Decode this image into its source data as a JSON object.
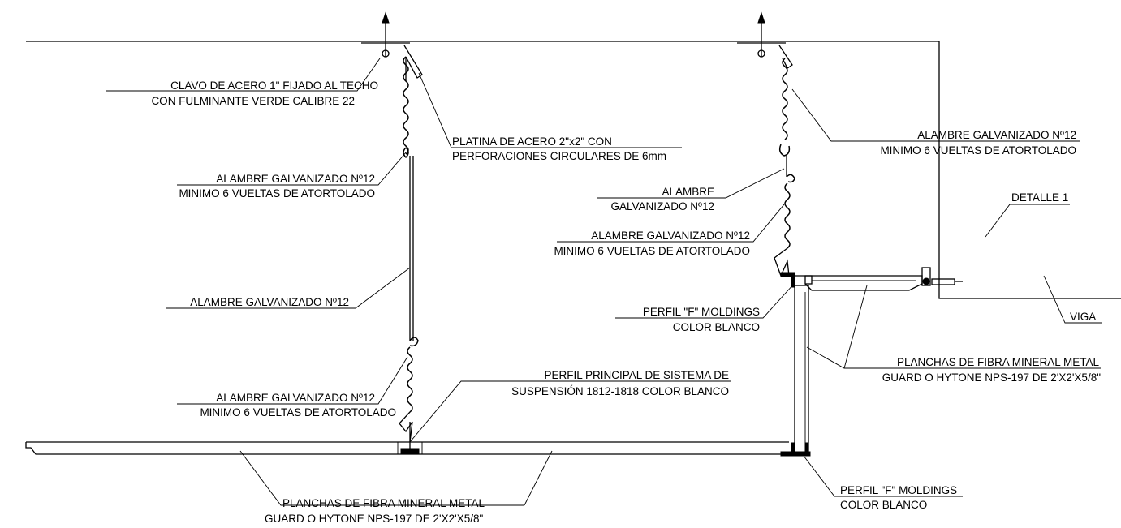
{
  "labels": {
    "clavo_1": "CLAVO DE ACERO 1\" FIJADO AL TECHO",
    "clavo_2": "CON FULMINANTE VERDE CALIBRE 22",
    "platina_1": "PLATINA DE ACERO 2\"x2\" CON",
    "platina_2": "PERFORACIONES CIRCULARES DE 6mm",
    "alambre_left_top_1": "ALAMBRE GALVANIZADO Nº12",
    "alambre_left_top_2": "MINIMO 6 VUELTAS DE ATORTOLADO",
    "alambre_left_mid": "ALAMBRE GALVANIZADO Nº12",
    "alambre_left_bot_1": "ALAMBRE GALVANIZADO Nº12",
    "alambre_left_bot_2": "MINIMO 6 VUELTAS DE ATORTOLADO",
    "perfil_principal_1": "PERFIL PRINCIPAL DE SISTEMA DE",
    "perfil_principal_2": "SUSPENSIÓN 1812-1818 COLOR BLANCO",
    "planchas_bottom_1": "PLANCHAS DE FIBRA MINERAL METAL",
    "planchas_bottom_2": "GUARD O HYTONE NPS-197 DE 2'X2'X5/8\"",
    "alambre_right_top_1": "ALAMBRE GALVANIZADO Nº12",
    "alambre_right_top_2": "MINIMO 6 VUELTAS DE ATORTOLADO",
    "alambre_right_mid_1": "ALAMBRE",
    "alambre_right_mid_2": "GALVANIZADO Nº12",
    "alambre_right_low_1": "ALAMBRE GALVANIZADO Nº12",
    "alambre_right_low_2": "MINIMO 6 VUELTAS DE ATORTOLADO",
    "detalle": "DETALLE 1",
    "viga": "VIGA",
    "perfil_f_upper_1": "PERFIL \"F\" MOLDINGS",
    "perfil_f_upper_2": "COLOR BLANCO",
    "planchas_right_1": "PLANCHAS DE FIBRA MINERAL METAL",
    "planchas_right_2": "GUARD O HYTONE NPS-197 DE 2'X2'X5/8\"",
    "perfil_f_lower_1": "PERFIL \"F\" MOLDINGS",
    "perfil_f_lower_2": "COLOR BLANCO"
  }
}
